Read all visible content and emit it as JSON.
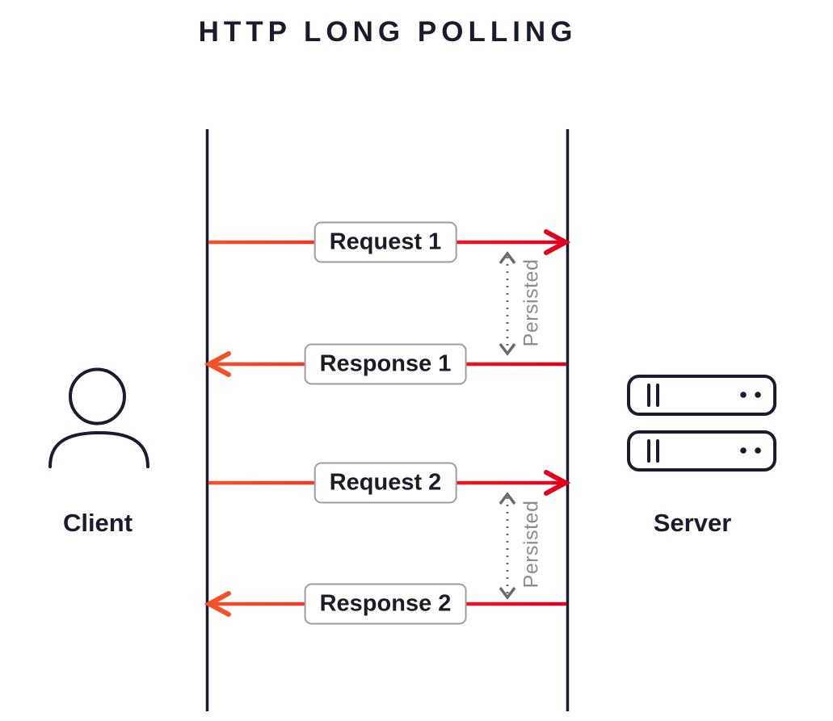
{
  "title": "HTTP LONG POLLING",
  "client": {
    "label": "Client"
  },
  "server": {
    "label": "Server"
  },
  "messages": [
    {
      "id": "request-1",
      "label": "Request 1",
      "direction": "client-to-server"
    },
    {
      "id": "response-1",
      "label": "Response 1",
      "direction": "server-to-client"
    },
    {
      "id": "request-2",
      "label": "Request 2",
      "direction": "client-to-server"
    },
    {
      "id": "response-2",
      "label": "Response 2",
      "direction": "server-to-client"
    }
  ],
  "annotations": [
    {
      "id": "persisted-1",
      "label": "Persisted"
    },
    {
      "id": "persisted-2",
      "label": "Persisted"
    }
  ],
  "colors": {
    "ink": "#1b1b2e",
    "arrow_orange": "#f4512b",
    "arrow_red": "#e2001e",
    "annotation_gray": "#6b6b6b",
    "label_border": "#9e9e9e"
  }
}
